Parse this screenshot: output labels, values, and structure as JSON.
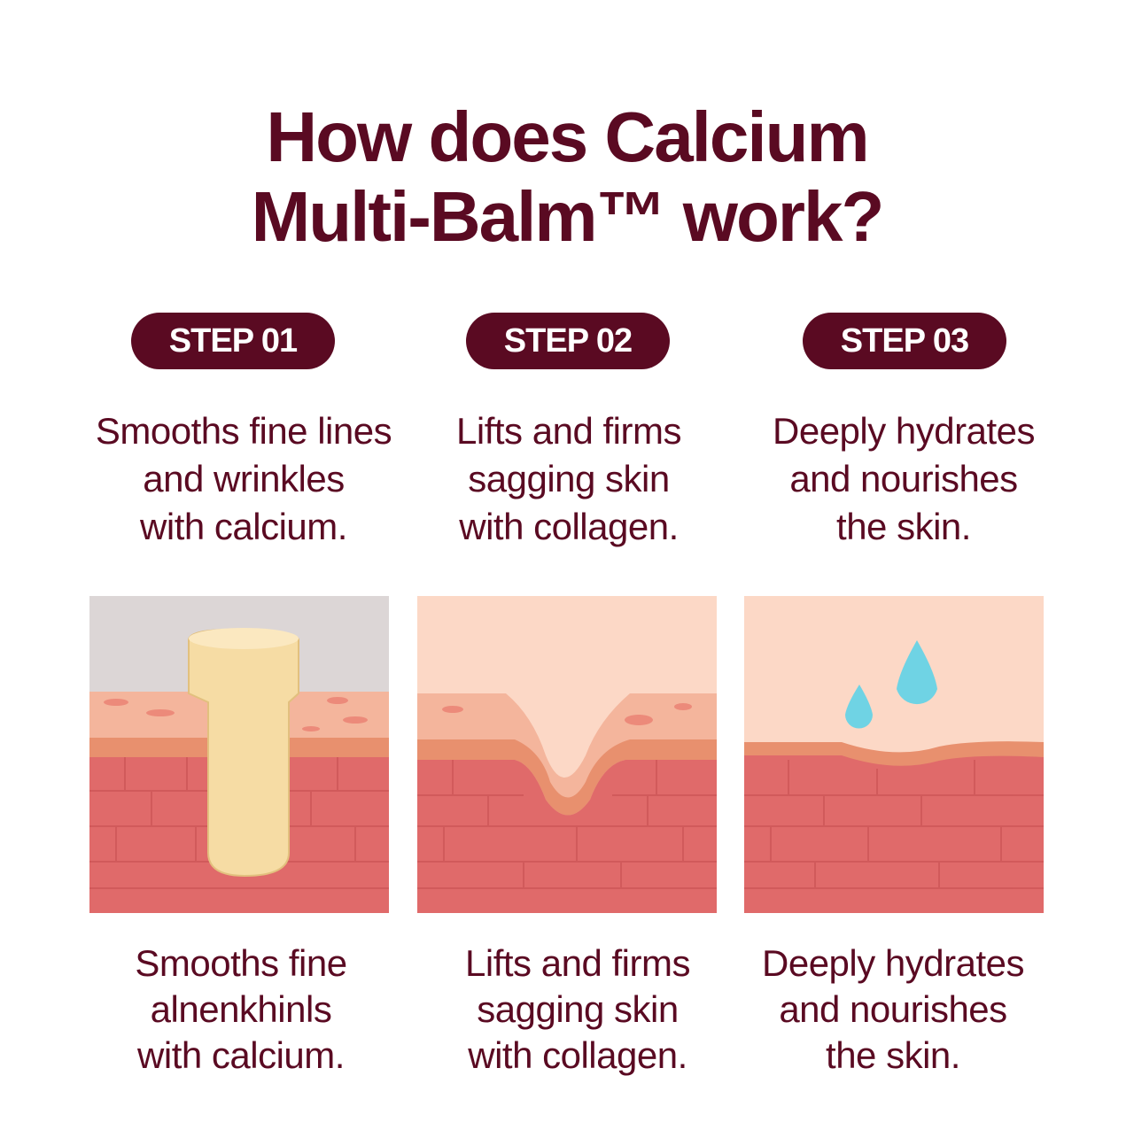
{
  "title": {
    "line1": "How does Calcium",
    "line2": "Multi-Balm™ work?"
  },
  "steps": [
    {
      "label": "STEP 01",
      "top": [
        "Smooths fine lines",
        "and wrinkles",
        "with calcium."
      ],
      "bottom": [
        "Smooths fine",
        "alnenkhinls",
        "with calcium."
      ]
    },
    {
      "label": "STEP 02",
      "top": [
        "Lifts and firms",
        "sagging skin",
        "with collagen."
      ],
      "bottom": [
        "Lifts and firms",
        "sagging skin",
        "with collagen."
      ]
    },
    {
      "label": "STEP 03",
      "top": [
        "Deeply hydrates",
        "and nourishes",
        "the skin."
      ],
      "bottom": [
        "Deeply hydrates",
        "and nourishes",
        "the skin."
      ]
    }
  ],
  "colors": {
    "brand": "#5a0a22",
    "skin_top": "#f4b59c",
    "dermis": "#e06a6a",
    "balm": "#f6dca4",
    "water": "#6fd3e4"
  }
}
